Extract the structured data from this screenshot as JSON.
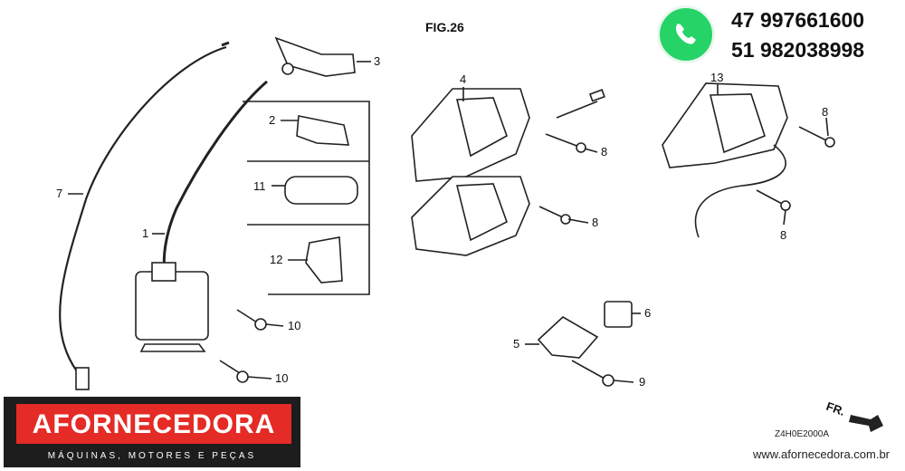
{
  "figure": {
    "title": "FIG.26",
    "code": "Z4H0E2000A",
    "direction": "FR."
  },
  "contact": {
    "phone_1": "47 997661600",
    "phone_2": "51 982038998"
  },
  "brand": {
    "name": "AFORNECEDORA",
    "tagline": "MÁQUINAS, MOTORES E PEÇAS",
    "website": "www.afornecedora.com.br",
    "color": "#e42b26"
  },
  "callouts": [
    "1",
    "2",
    "3",
    "4",
    "5",
    "6",
    "7",
    "8",
    "9",
    "10",
    "11",
    "12",
    "13"
  ]
}
